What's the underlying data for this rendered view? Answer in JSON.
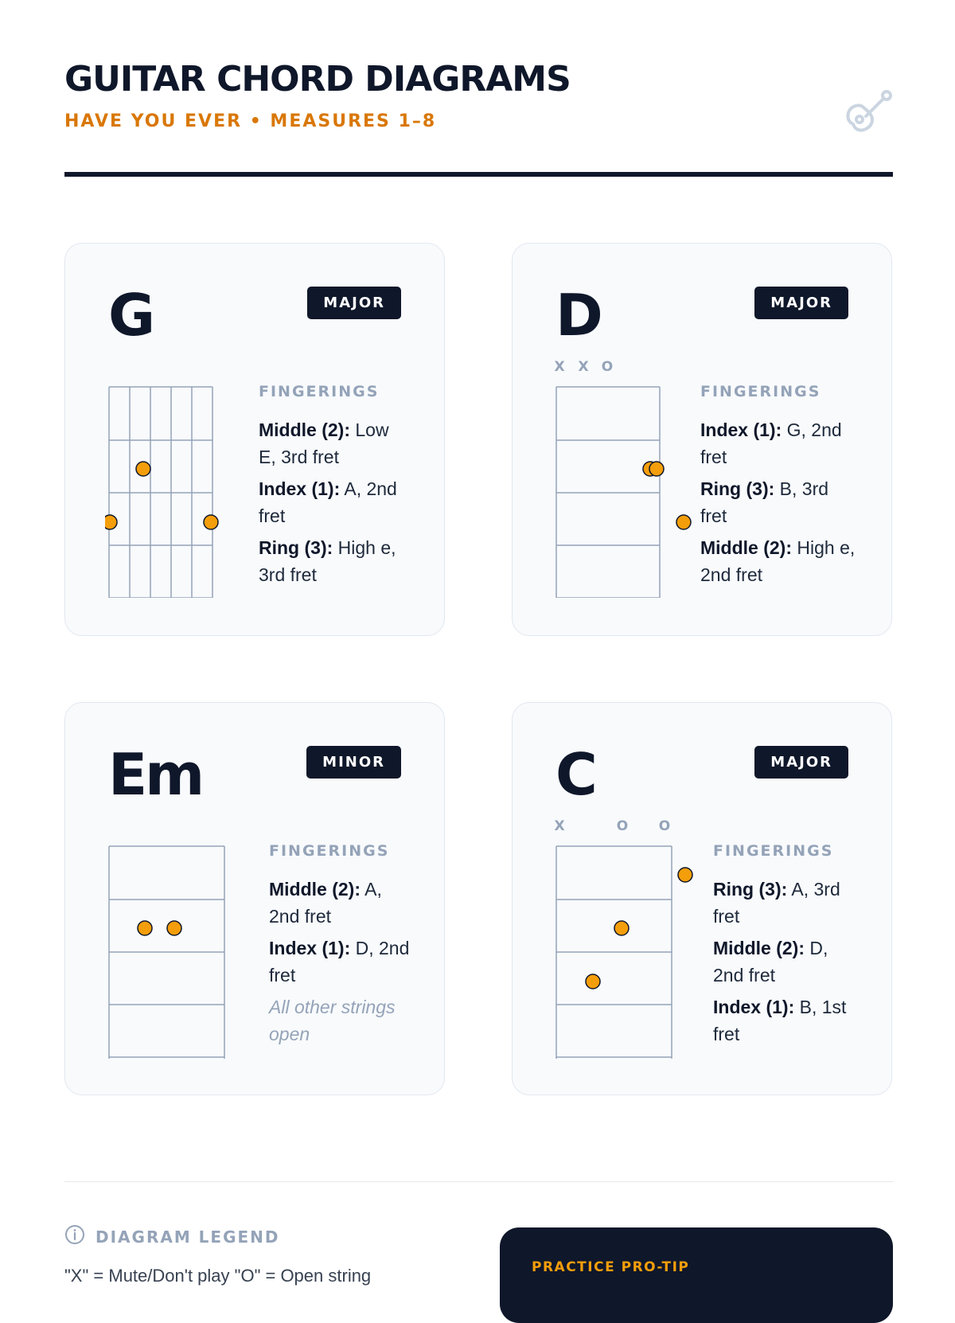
{
  "header": {
    "title": "GUITAR CHORD DIAGRAMS",
    "subtitle": "HAVE YOU EVER • MEASURES 1–8",
    "icon": "guitar-icon"
  },
  "fingerings_heading": "FINGERINGS",
  "chords": [
    {
      "name": "G",
      "type": "MAJOR",
      "markers": [],
      "fingerings": [
        {
          "finger": "Middle (2):",
          "text": " Low E, 3rd fret"
        },
        {
          "finger": "Index (1):",
          "text": " A, 2nd fret"
        },
        {
          "finger": "Ring (3):",
          "text": " High e, 3rd fret"
        }
      ],
      "note": ""
    },
    {
      "name": "D",
      "type": "MAJOR",
      "markers": [
        "X",
        "X",
        "O"
      ],
      "fingerings": [
        {
          "finger": "Index (1):",
          "text": " G, 2nd fret"
        },
        {
          "finger": "Ring (3):",
          "text": " B, 3rd fret"
        },
        {
          "finger": "Middle (2):",
          "text": " High e, 2nd fret"
        }
      ],
      "note": ""
    },
    {
      "name": "Em",
      "type": "MINOR",
      "markers": [],
      "fingerings": [
        {
          "finger": "Middle (2):",
          "text": " A, 2nd fret"
        },
        {
          "finger": "Index (1):",
          "text": " D, 2nd fret"
        }
      ],
      "note": "All other strings open"
    },
    {
      "name": "C",
      "type": "MAJOR",
      "markers": [
        "X",
        "O",
        "O"
      ],
      "fingerings": [
        {
          "finger": "Ring (3):",
          "text": " A, 3rd fret"
        },
        {
          "finger": "Middle (2):",
          "text": " D, 2nd fret"
        },
        {
          "finger": "Index (1):",
          "text": " B, 1st fret"
        }
      ],
      "note": ""
    }
  ],
  "legend": {
    "title": "DIAGRAM LEGEND",
    "text": "\"X\" = Mute/Don't play  \"O\" = Open string",
    "icon": "info-icon"
  },
  "protip": {
    "label": "PRACTICE PRO-TIP"
  },
  "colors": {
    "navy": "#0f172a",
    "accent": "#d97706",
    "dot": "#f59e0b",
    "grid": "#94a3b8"
  }
}
